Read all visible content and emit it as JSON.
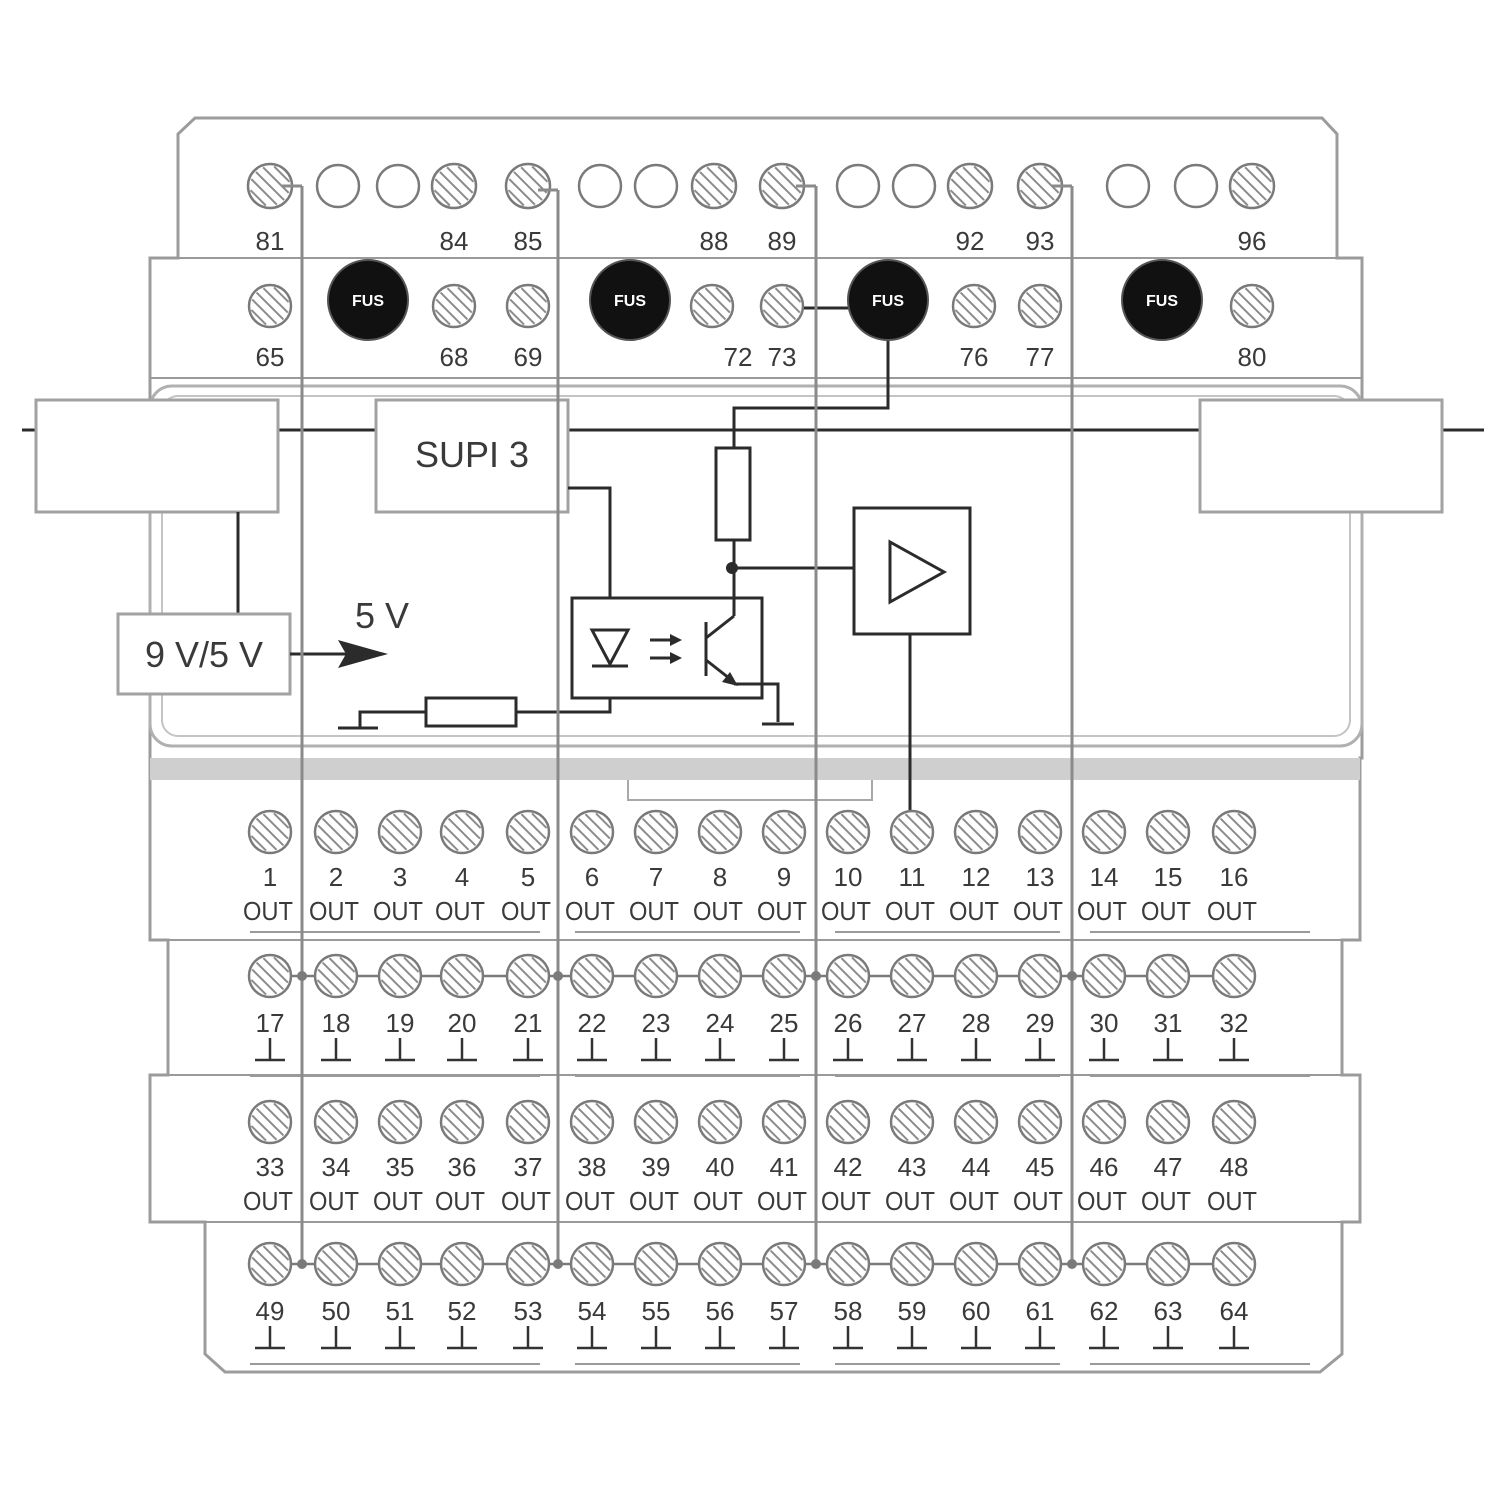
{
  "labels": {
    "supi": "SUPI 3",
    "voltage_in": "9 V/5 V",
    "voltage_out": "5 V",
    "out_text": "OUT"
  },
  "fuse_text": "FUS",
  "top_row1": [
    {
      "n": "81",
      "type": "screw"
    },
    {
      "n": "",
      "type": "hole"
    },
    {
      "n": "",
      "type": "hole"
    },
    {
      "n": "84",
      "type": "screw"
    },
    {
      "n": "85",
      "type": "screw"
    },
    {
      "n": "",
      "type": "hole"
    },
    {
      "n": "",
      "type": "hole"
    },
    {
      "n": "88",
      "type": "screw"
    },
    {
      "n": "89",
      "type": "screw"
    },
    {
      "n": "",
      "type": "hole"
    },
    {
      "n": "",
      "type": "hole"
    },
    {
      "n": "92",
      "type": "screw"
    },
    {
      "n": "93",
      "type": "screw"
    },
    {
      "n": "",
      "type": "hole"
    },
    {
      "n": "",
      "type": "hole"
    },
    {
      "n": "96",
      "type": "screw"
    }
  ],
  "top_row2": [
    {
      "n": "65",
      "type": "screw"
    },
    {
      "n": "",
      "type": "fuse"
    },
    {
      "n": "68",
      "type": "screw"
    },
    {
      "n": "69",
      "type": "screw"
    },
    {
      "n": "",
      "type": "fuse"
    },
    {
      "n": "72",
      "type": "screw"
    },
    {
      "n": "73",
      "type": "screw"
    },
    {
      "n": "",
      "type": "fuse"
    },
    {
      "n": "76",
      "type": "screw"
    },
    {
      "n": "77",
      "type": "screw"
    },
    {
      "n": "",
      "type": "fuse"
    },
    {
      "n": "80",
      "type": "screw"
    }
  ],
  "bottom_rows": [
    {
      "start": 1,
      "kind": "out"
    },
    {
      "start": 17,
      "kind": "ground"
    },
    {
      "start": 33,
      "kind": "out"
    },
    {
      "start": 49,
      "kind": "ground"
    }
  ]
}
